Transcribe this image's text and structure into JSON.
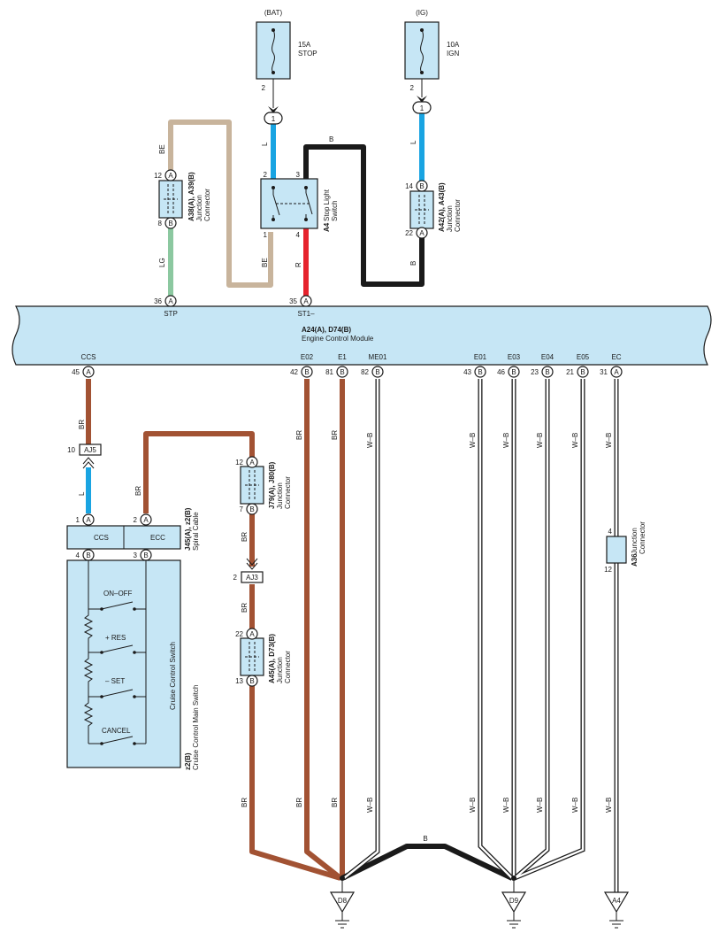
{
  "colors": {
    "blue": "#19a4e2",
    "brown": "#a25233",
    "beige": "#c8b49c",
    "green": "#8cc8a0",
    "red": "#e6232d",
    "black": "#1a1a1a",
    "module_fill": "#c6e6f5"
  },
  "power": {
    "bat_label": "(BAT)",
    "bat_fuse_amp": "15A",
    "bat_fuse_name": "STOP",
    "bat_fuse_pin": "2",
    "bat_splice": "1",
    "ig_label": "(IG)",
    "ig_fuse_amp": "10A",
    "ig_fuse_name": "IGN",
    "ig_fuse_pin": "2",
    "ig_splice": "1"
  },
  "wires": {
    "be": "BE",
    "lg": "LG",
    "l": "L",
    "b": "B",
    "r": "R",
    "br": "BR",
    "wb": "W–B"
  },
  "connectors": {
    "a38": {
      "code": "A38(A), A39(B)",
      "name1": "Junction",
      "name2": "Connector",
      "top_pin": "12",
      "top_letter": "A",
      "bottom_pin": "8",
      "bottom_letter": "B"
    },
    "a42": {
      "code": "A42(A), A43(B)",
      "name1": "Junction",
      "name2": "Connector",
      "top_pin": "14",
      "top_letter": "B",
      "bottom_pin": "22",
      "bottom_letter": "A"
    },
    "a4": {
      "code": "A4",
      "name1": "Stop Light",
      "name2": "Switch",
      "pin_tl": "2",
      "pin_tr": "3",
      "pin_bl": "1",
      "pin_br": "4"
    },
    "j79": {
      "code": "J79(A), J80(B)",
      "name1": "Junction",
      "name2": "Connector",
      "top_pin": "12",
      "top_letter": "A",
      "bottom_pin": "7",
      "bottom_letter": "B"
    },
    "a45": {
      "code": "A45(A), D73(B)",
      "name1": "Junction",
      "name2": "Connector",
      "top_pin": "22",
      "top_letter": "A",
      "bottom_pin": "13",
      "bottom_letter": "B"
    },
    "a36": {
      "code": "A36",
      "name1": "Junction",
      "name2": "Connector",
      "top_pin": "4",
      "bottom_pin": "12"
    },
    "aj5": {
      "code": "AJ5",
      "pin": "10"
    },
    "aj3": {
      "code": "AJ3",
      "pin": "2"
    }
  },
  "ecm": {
    "code": "A24(A), D74(B)",
    "name": "Engine Control Module",
    "top_pins": [
      {
        "pin": "36",
        "letter": "A",
        "label": "STP"
      },
      {
        "pin": "35",
        "letter": "A",
        "label": "ST1–"
      }
    ],
    "bottom_pins": [
      {
        "pin": "45",
        "letter": "A",
        "label": "CCS"
      },
      {
        "pin": "42",
        "letter": "B",
        "label": "E02"
      },
      {
        "pin": "81",
        "letter": "B",
        "label": "E1"
      },
      {
        "pin": "82",
        "letter": "B",
        "label": "ME01"
      },
      {
        "pin": "43",
        "letter": "B",
        "label": "E01"
      },
      {
        "pin": "46",
        "letter": "B",
        "label": "E03"
      },
      {
        "pin": "23",
        "letter": "B",
        "label": "E04"
      },
      {
        "pin": "21",
        "letter": "B",
        "label": "E05"
      },
      {
        "pin": "31",
        "letter": "A",
        "label": "EC"
      }
    ]
  },
  "spiral": {
    "code": "J45(A), z2(B)",
    "name": "Spiral Cable",
    "pin1": "1",
    "pin1_letter": "A",
    "pin2": "2",
    "pin2_letter": "A",
    "pin4": "4",
    "pin4_letter": "B",
    "pin3": "3",
    "pin3_letter": "B",
    "label_ccs": "CCS",
    "label_ecc": "ECC"
  },
  "cruise": {
    "code": "z2(B)",
    "name": "Cruise Control Main Switch",
    "inner_name": "Cruise Control Switch",
    "switches": [
      "ON–OFF",
      "+ RES",
      "– SET",
      "CANCEL"
    ]
  },
  "grounds": [
    "D8",
    "D9",
    "A4"
  ]
}
